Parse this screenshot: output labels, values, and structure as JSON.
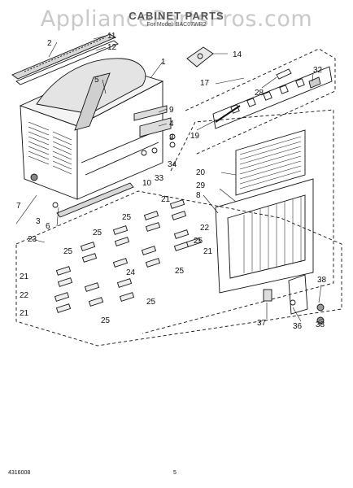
{
  "watermark": "AppliancePartsPros.com",
  "title": "CABINET PARTS",
  "subtitle": "For Model: BAC07WR2",
  "footer": {
    "doc_number": "4316008",
    "page_number": "5"
  },
  "callouts": {
    "c1": "1",
    "c2": "2",
    "c3": "3",
    "c4": "4",
    "c5": "5",
    "c6": "6",
    "c7": "7",
    "c8": "8",
    "c9": "9",
    "c10": "10",
    "c11": "11",
    "c12": "12",
    "c14": "14",
    "c17": "17",
    "c19": "19",
    "c20": "20",
    "c21": "21",
    "c22": "22",
    "c23": "23",
    "c24": "24",
    "c25": "25",
    "c28": "28",
    "c29": "29",
    "c32": "32",
    "c33": "33",
    "c34": "34",
    "c36": "36",
    "c37": "37",
    "c38": "38"
  }
}
